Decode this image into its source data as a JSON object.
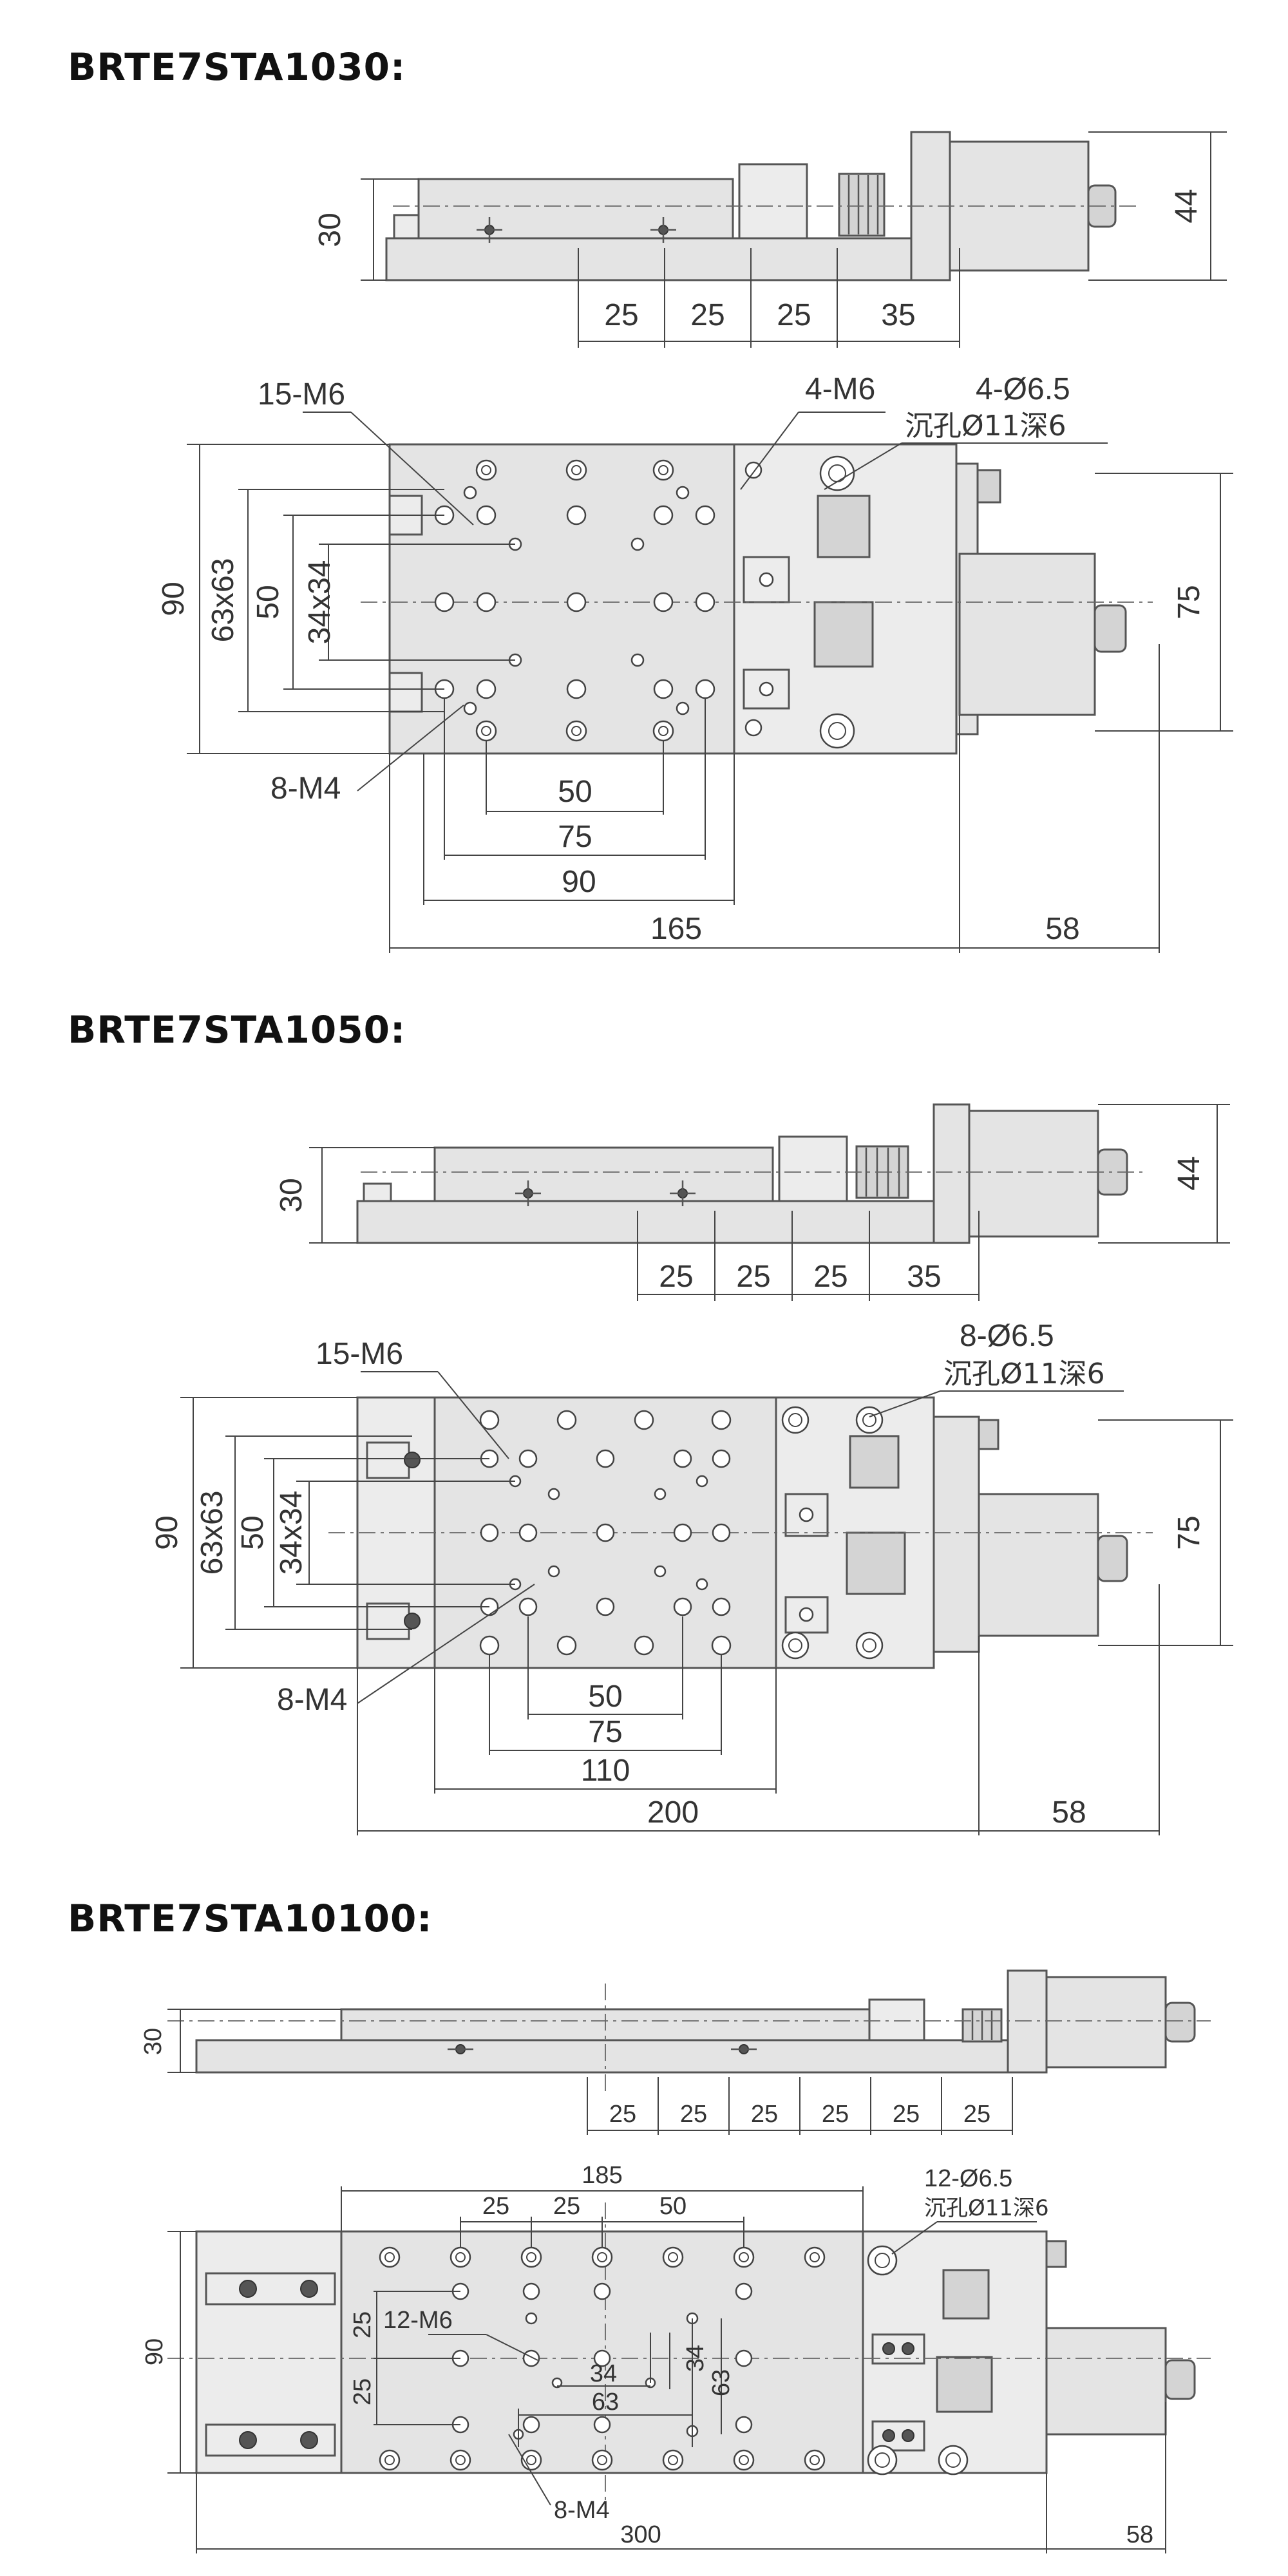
{
  "sections": [
    {
      "title": "BRTE7STA1030:",
      "side": {
        "height": "30",
        "motor_height": "44",
        "pitches": [
          "25",
          "25",
          "25",
          "35"
        ]
      },
      "top": {
        "label_m6": "15-M6",
        "label_4m6": "4-M6",
        "label_counterbore": "4-Ø6.5",
        "label_counterbore_depth": "沉孔Ø11深6",
        "label_m4": "8-M4",
        "dims_left": [
          "90",
          "63x63",
          "50",
          "34x34"
        ],
        "dim_right": "75",
        "dims_bottom": [
          "50",
          "75",
          "90",
          "165",
          "58"
        ]
      }
    },
    {
      "title": "BRTE7STA1050:",
      "side": {
        "height": "30",
        "motor_height": "44",
        "pitches": [
          "25",
          "25",
          "25",
          "35"
        ]
      },
      "top": {
        "label_m6": "15-M6",
        "label_counterbore": "8-Ø6.5",
        "label_counterbore_depth": "沉孔Ø11深6",
        "label_m4": "8-M4",
        "dims_left": [
          "90",
          "63x63",
          "50",
          "34x34"
        ],
        "dim_right": "75",
        "dims_bottom": [
          "50",
          "75",
          "110",
          "200",
          "58"
        ]
      }
    },
    {
      "title": "BRTE7STA10100:",
      "side": {
        "height": "30",
        "pitches": [
          "25",
          "25",
          "25",
          "25",
          "25",
          "25"
        ]
      },
      "top": {
        "dim_top_total": "185",
        "dims_top": [
          "25",
          "25",
          "50"
        ],
        "label_counterbore": "12-Ø6.5",
        "label_counterbore_depth": "沉孔Ø11深6",
        "label_m6": "12-M6",
        "dims_left_inner": [
          "25",
          "25"
        ],
        "dim_left": "90",
        "dims_center": [
          "63",
          "34",
          "34",
          "63"
        ],
        "label_m4": "8-M4",
        "dims_bottom": [
          "300",
          "58"
        ]
      }
    }
  ],
  "colors": {
    "body": "#e4e4e4",
    "line": "#555555",
    "text": "#333333",
    "title": "#111111"
  }
}
